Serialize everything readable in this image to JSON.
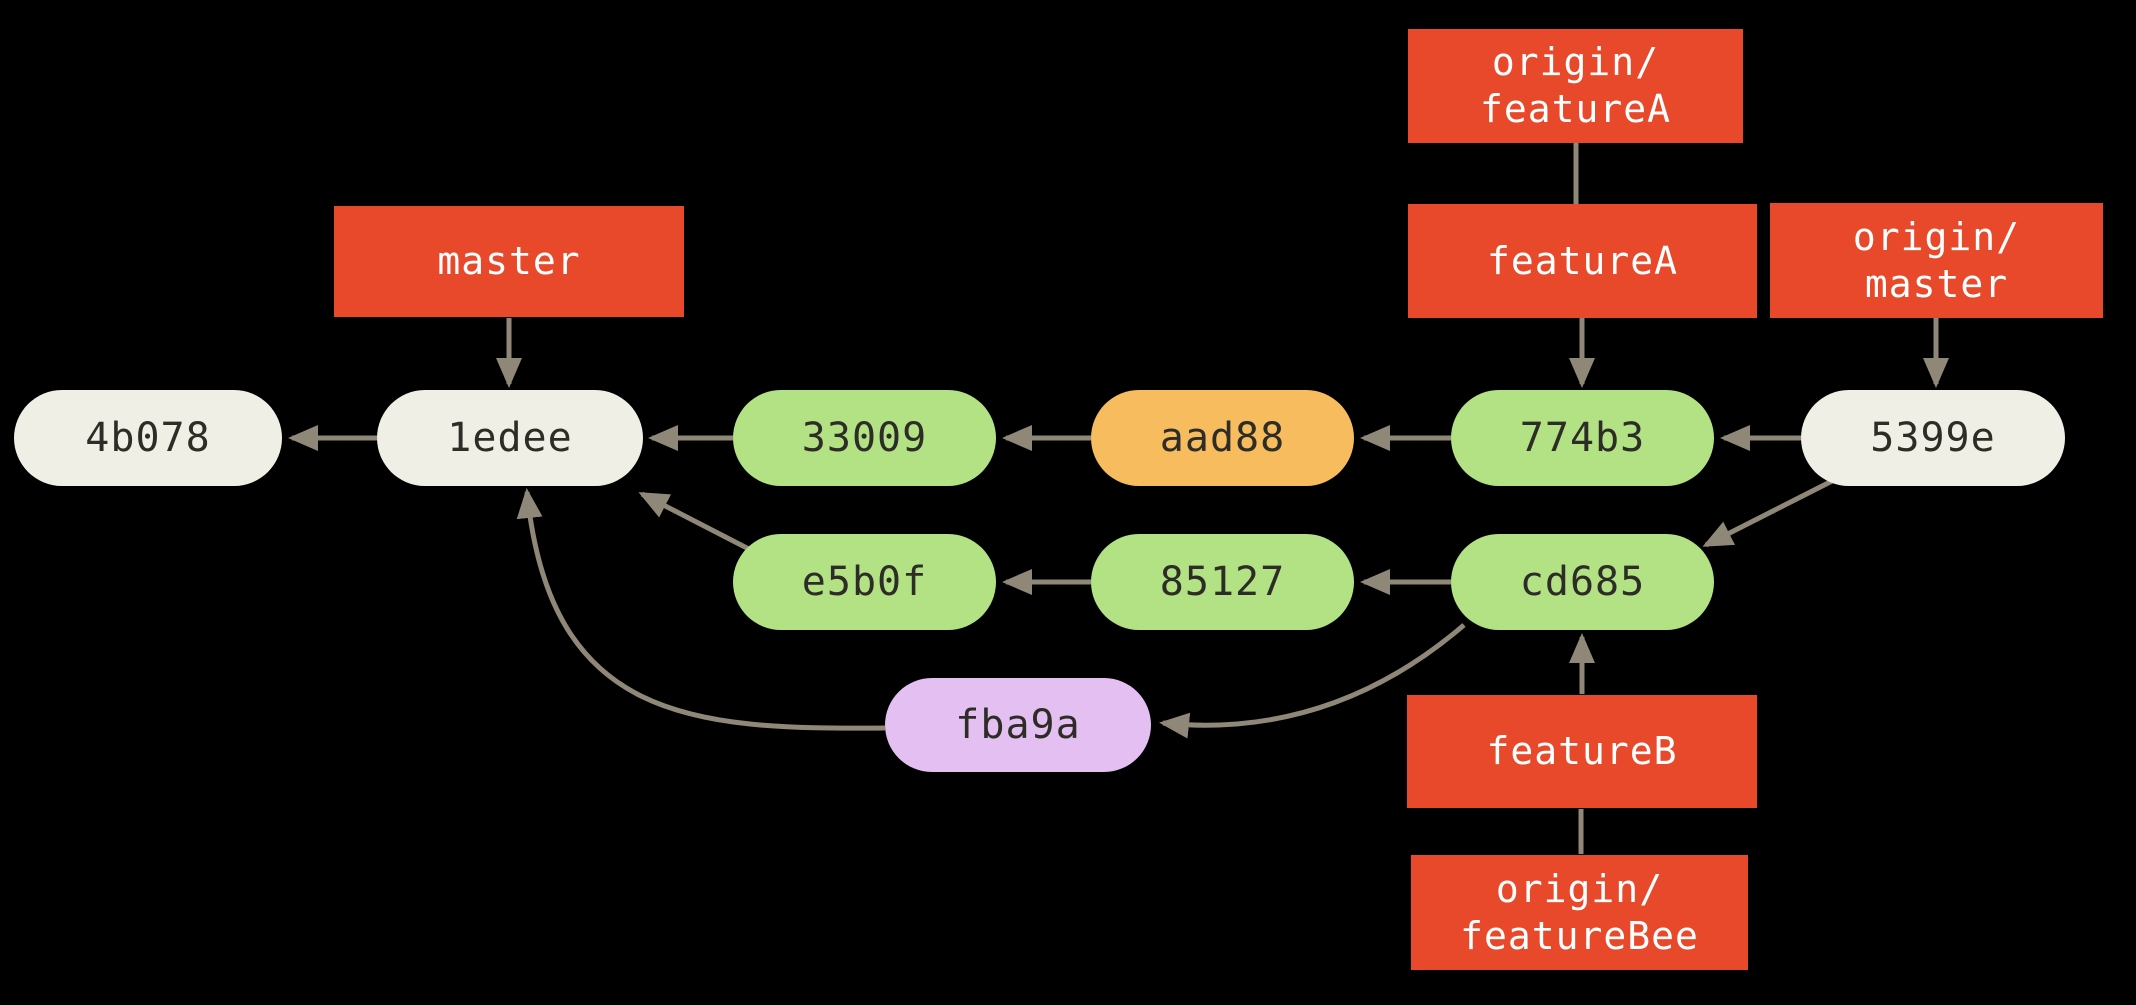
{
  "figure": {
    "kind": "git-commit-graph",
    "background": "black"
  },
  "colors": {
    "background": "#000000",
    "commit_default": "#F0EFE6",
    "commit_green": "#B3E284",
    "commit_orange": "#F6BC5E",
    "commit_purple": "#E3BFF2",
    "ref_label": "#E8492B",
    "edge": "#8F8778",
    "commit_text": "#2E2C27",
    "ref_text": "#FFFFFF"
  },
  "commits": {
    "c4b078": {
      "label": "4b078",
      "color": "#F0EFE6"
    },
    "c1edee": {
      "label": "1edee",
      "color": "#F0EFE6"
    },
    "c33009": {
      "label": "33009",
      "color": "#B3E284"
    },
    "caad88": {
      "label": "aad88",
      "color": "#F6BC5E"
    },
    "c774b3": {
      "label": "774b3",
      "color": "#B3E284"
    },
    "c5399e": {
      "label": "5399e",
      "color": "#F0EFE6"
    },
    "ce5b0f": {
      "label": "e5b0f",
      "color": "#B3E284"
    },
    "c85127": {
      "label": "85127",
      "color": "#B3E284"
    },
    "ccd685": {
      "label": "cd685",
      "color": "#B3E284"
    },
    "cfba9a": {
      "label": "fba9a",
      "color": "#E3BFF2"
    }
  },
  "refs": {
    "master": {
      "label": "master",
      "color": "#E8492B"
    },
    "origin_featureA": {
      "label": "origin/\nfeatureA",
      "color": "#E8492B"
    },
    "featureA": {
      "label": "featureA",
      "color": "#E8492B"
    },
    "origin_master": {
      "label": "origin/\nmaster",
      "color": "#E8492B"
    },
    "featureB": {
      "label": "featureB",
      "color": "#E8492B"
    },
    "origin_featureBee": {
      "label": "origin/\nfeatureBee",
      "color": "#E8492B"
    }
  },
  "edges": [
    {
      "from": "1edee",
      "to": "4b078",
      "arrow": true
    },
    {
      "from": "33009",
      "to": "1edee",
      "arrow": true
    },
    {
      "from": "aad88",
      "to": "33009",
      "arrow": true
    },
    {
      "from": "774b3",
      "to": "aad88",
      "arrow": true
    },
    {
      "from": "5399e",
      "to": "774b3",
      "arrow": true
    },
    {
      "from": "85127",
      "to": "e5b0f",
      "arrow": true
    },
    {
      "from": "cd685",
      "to": "85127",
      "arrow": true
    },
    {
      "from": "master",
      "to": "1edee",
      "arrow": true
    },
    {
      "from": "origin/featureA",
      "to": "featureA",
      "arrow": false
    },
    {
      "from": "featureA",
      "to": "774b3",
      "arrow": true
    },
    {
      "from": "origin/master",
      "to": "5399e",
      "arrow": true
    },
    {
      "from": "featureB",
      "to": "cd685",
      "arrow": true
    },
    {
      "from": "origin/featureBee",
      "to": "featureB",
      "arrow": false
    },
    {
      "from": "5399e",
      "to": "cd685",
      "arrow": true
    },
    {
      "from": "e5b0f",
      "to": "1edee",
      "arrow": true
    },
    {
      "from": "cd685",
      "to": "fba9a",
      "arrow": true
    },
    {
      "from": "fba9a",
      "to": "1edee",
      "arrow": true
    }
  ]
}
